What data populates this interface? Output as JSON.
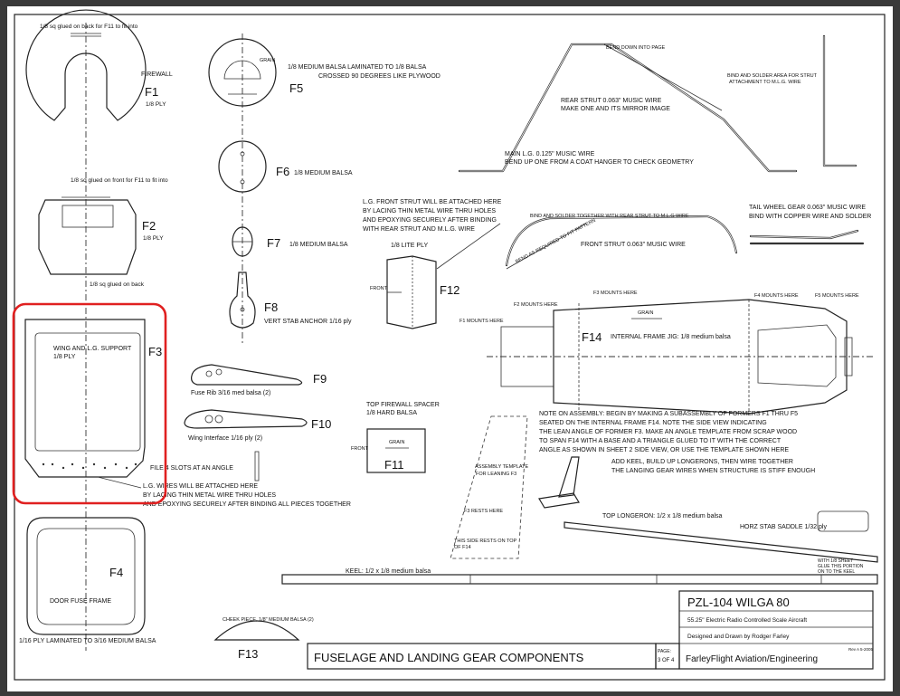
{
  "parts": {
    "f1": {
      "name": "F1",
      "material": "1/8 PLY",
      "label": "FIREWALL",
      "note": "1/8 sq glued on back for F11 to fit into"
    },
    "f2": {
      "name": "F2",
      "material": "1/8 PLY",
      "note_top": "1/8 sq glued on front for F11 to fit into",
      "note_bottom": "1/8 sq glued on back"
    },
    "f3": {
      "name": "F3",
      "label": "WING AND L.G. SUPPORT",
      "material": "1/8 PLY",
      "slots": "FILE 4 SLOTS AT AN ANGLE",
      "lg_note_1": "L.G. WIRES WILL BE ATTACHED HERE",
      "lg_note_2": "BY LACING THIN METAL WIRE THRU HOLES",
      "lg_note_3": "AND EPOXYING SECURELY AFTER BINDING ALL PIECES TOGETHER"
    },
    "f4": {
      "name": "F4",
      "label": "DOOR FUSE FRAME",
      "material": "1/16 PLY LAMINATED TO 3/16 MEDIUM BALSA"
    },
    "f5": {
      "name": "F5",
      "grain": "GRAIN",
      "note_1": "1/8  MEDIUM BALSA LAMINATED TO 1/8 BALSA",
      "note_2": "CROSSED 90 DEGREES LIKE PLYWOOD"
    },
    "f6": {
      "name": "F6",
      "material": "1/8  MEDIUM BALSA"
    },
    "f7": {
      "name": "F7",
      "material": "1/8  MEDIUM BALSA"
    },
    "f8": {
      "name": "F8",
      "material": "VERT STAB ANCHOR 1/16 ply"
    },
    "f9": {
      "name": "F9",
      "material": "Fuse Rib 3/16 med balsa (2)"
    },
    "f10": {
      "name": "F10",
      "material": "Wing Interface 1/16 ply (2)"
    },
    "f11": {
      "name": "F11",
      "label_1": "TOP FIREWALL SPACER",
      "label_2": "1/8 HARD BALSA",
      "grain": "GRAIN",
      "front": "FRONT"
    },
    "f12": {
      "name": "F12",
      "material": "1/8  LITE PLY",
      "front": "FRONT",
      "note_1": "L.G. FRONT STRUT WILL BE ATTACHED HERE",
      "note_2": "BY LACING THIN METAL WIRE THRU HOLES",
      "note_3": "AND EPOXYING SECURELY AFTER BINDING",
      "note_4": "WITH REAR STRUT AND M.L.G. WIRE"
    },
    "f13": {
      "name": "F13",
      "material": "CHEEK PIECE, 1/8\" MEDIUM BALSA (2)"
    },
    "f14": {
      "name": "F14",
      "material": "INTERNAL FRAME JIG: 1/8 medium balsa",
      "grain": "GRAIN",
      "m1": "F1 MOUNTS HERE",
      "m2": "F2 MOUNTS HERE",
      "m3": "F3 MOUNTS HERE",
      "m4": "F4 MOUNTS HERE",
      "m5": "F5 MOUNTS HERE"
    }
  },
  "gear": {
    "bend": "BEND DOWN INTO PAGE",
    "bind_strut_1": "BIND AND SOLDER AREA  FOR STRUT",
    "bind_strut_2": "ATTACHMENT TO M.L.G. WIRE",
    "rear_1": "REAR STRUT 0.063\" MUSIC WIRE",
    "rear_2": "MAKE ONE AND ITS MIRROR IMAGE",
    "main_1": "MAIN L.G.   0.125\" MUSIC WIRE",
    "main_2": "BEND UP ONE FROM A COAT HANGER TO CHECK GEOMETRY",
    "front_bind": "BIND AND SOLDER TOGETHER WITH REAR STRUT TO M.L.G WIRE",
    "front_bend": "BEND AS REQUIRED TO FIT PATTERN",
    "front_strut": "FRONT STRUT 0.063\" MUSIC WIRE",
    "tail_1": "TAIL WHEEL GEAR 0.063\" MUSIC WIRE",
    "tail_2": "BIND WITH COPPER WIRE AND SOLDER"
  },
  "assembly": {
    "n1": "NOTE ON ASSEMBLY:  BEGIN BY MAKING A SUBASSEMBLY OF FORMERS F1 THRU F5",
    "n2": "SEATED ON THE INTERNAL FRAME F14.  NOTE THE SIDE VIEW INDICATING",
    "n3": "THE LEAN ANGLE OF FORMER F3.  MAKE AN ANGLE TEMPLATE FROM SCRAP WOOD",
    "n4": "TO SPAN F14 WITH A BASE AND A TRIANGLE GLUED TO IT WITH THE CORRECT",
    "n5": "ANGLE  AS SHOWN IN SHEET 2 SIDE VIEW, OR USE THE TEMPLATE SHOWN HERE",
    "k1": "ADD KEEL, BUILD UP LONGERONS, THEN WIRE TOGETHER",
    "k2": "THE LANGING GEAR WIRES WHEN STRUCTURE IS STIFF ENOUGH",
    "template_1": "ASSEMBLY TEMPLATE",
    "template_2": "FOR LEANING F3",
    "rests": "F3 RESTS HERE",
    "side_1": "THIS SIDE RESTS ON TOP",
    "side_2": "OF F14"
  },
  "longerons": {
    "top": "TOP LONGERON: 1/2 x 1/8 medium balsa",
    "keel": "KEEL: 1/2 x 1/8 medium balsa",
    "saddle": "HORZ STAB SADDLE 1/32 ply",
    "sheet_1": "WITH 1/8 SHEET",
    "sheet_2": "GLUE THIS PORTION",
    "sheet_3": "ON TO THE KEEL"
  },
  "title_block": {
    "model": "PZL-104 WILGA 80",
    "desc": "55.25\" Electric Radio Controlled Scale Aircraft",
    "designer": "Designed and Drawn by Rodger Farley",
    "sheet_title": "FUSELAGE AND LANDING GEAR COMPONENTS",
    "page_label": "PAGE:",
    "page": "3 OF 4",
    "company": "FarleyFlight Aviation/Engineering",
    "rev": "Rev A 5-2005"
  }
}
